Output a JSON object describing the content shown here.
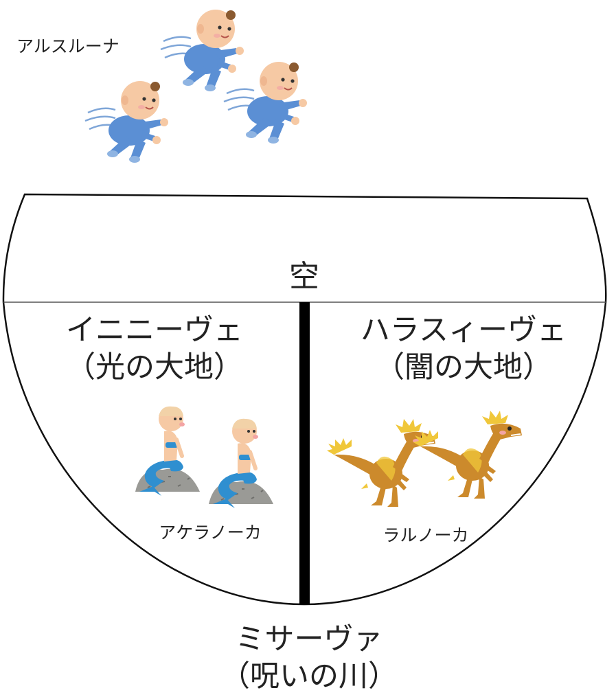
{
  "labels": {
    "arusurun": "アルスルーナ",
    "sky": "空",
    "left_land_name": "イニニーヴェ",
    "left_land_desc": "（光の大地）",
    "right_land_name": "ハラスィーヴェ",
    "right_land_desc": "（闇の大地）",
    "left_creature": "アケラノーカ",
    "right_creature": "ラルノーカ",
    "river_name": "ミサーヴァ",
    "river_desc": "（呪いの川）"
  },
  "icons": {
    "top_group": "crawling-baby-icon",
    "left_group": "mermaid-on-rock-icon",
    "right_group": "feathered-dinosaur-icon"
  },
  "colors": {
    "outline": "#111111",
    "river": "#000000",
    "baby_suit": "#5b8fd4",
    "baby_skin": "#f6c9a4",
    "mermaid_tail": "#2f8fd0",
    "rock": "#9a9a96",
    "dino_body": "#cc8a2c",
    "dino_feather": "#f0c73a"
  }
}
